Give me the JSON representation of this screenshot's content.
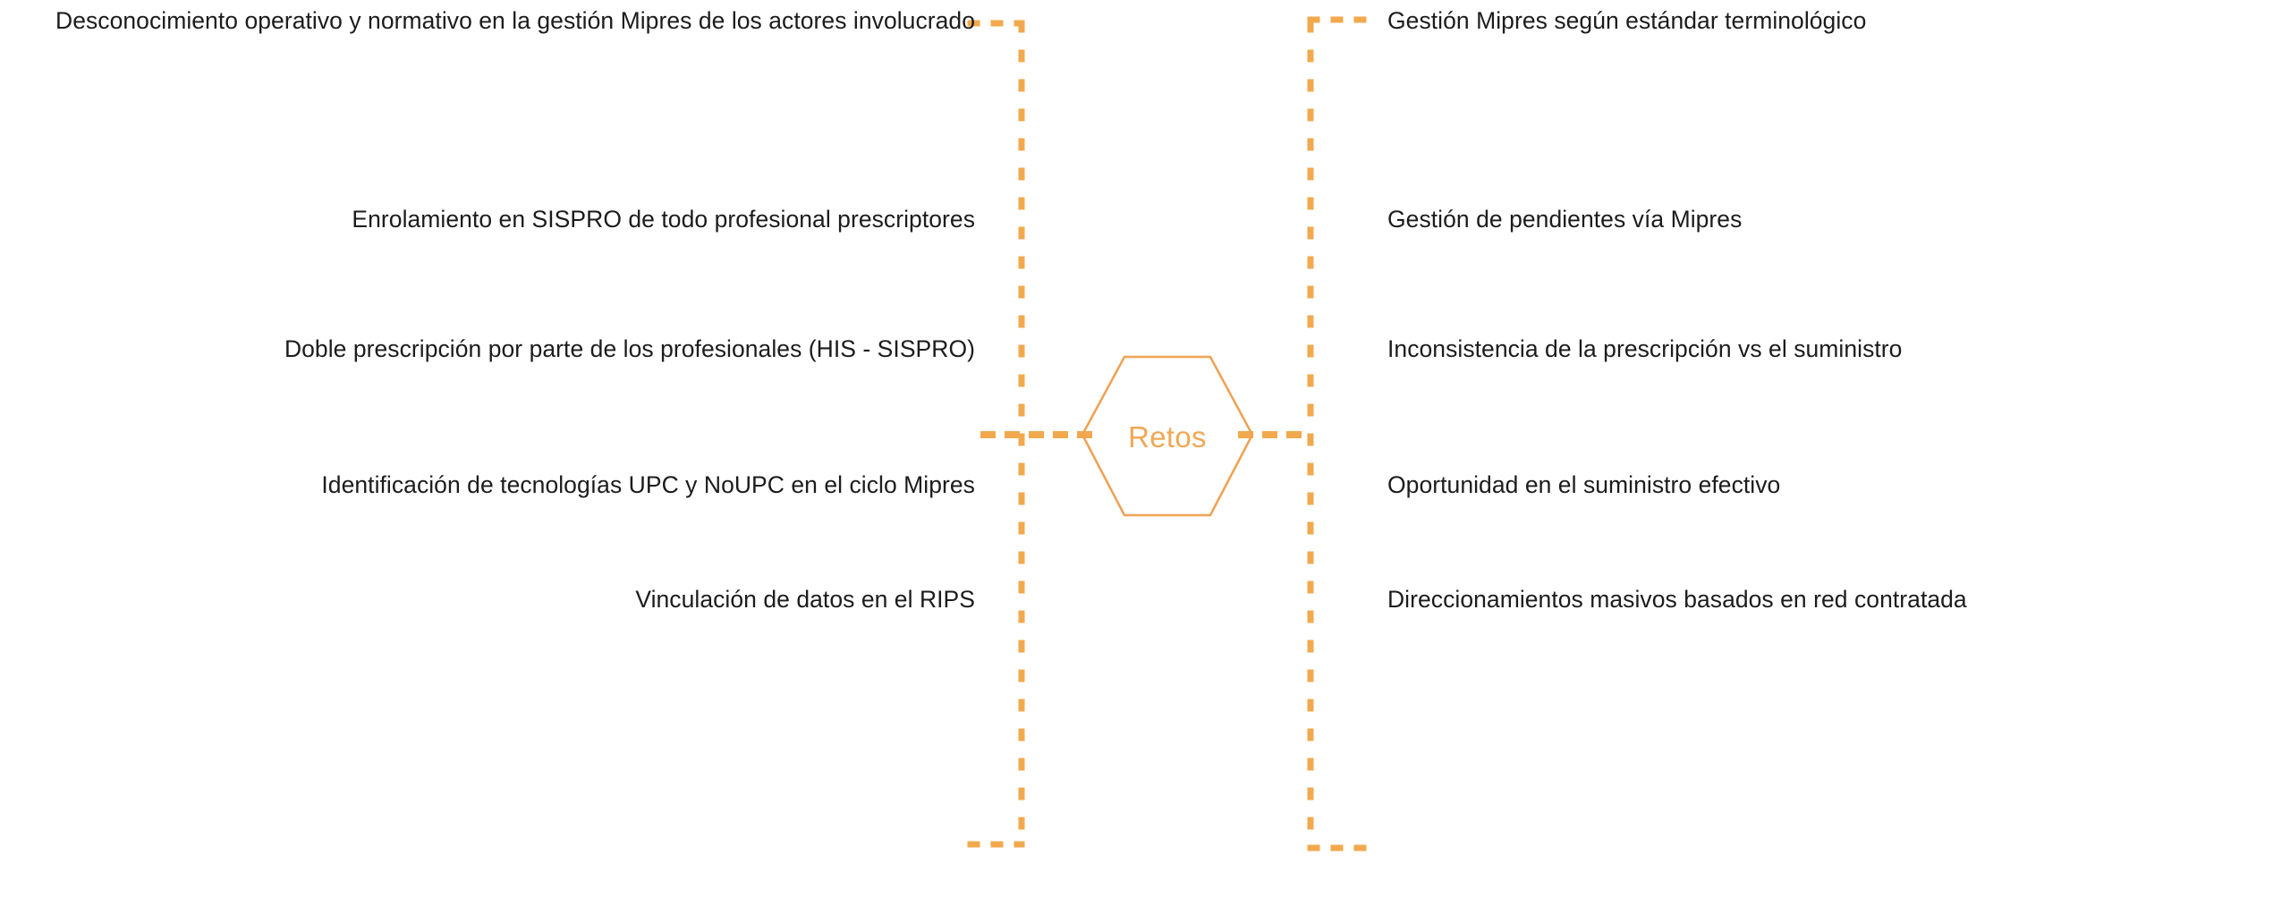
{
  "diagram": {
    "type": "hub-and-spoke",
    "orientation": "horizontal-two-sided",
    "center": {
      "label": "Retos",
      "shape": "hexagon",
      "stroke_color": "#f0a255",
      "text_color": "#f0a856"
    },
    "connector": {
      "style": "dotted",
      "color": "#f2a94e",
      "shape": "elbow"
    },
    "background_color": "#ffffff",
    "label_color": "#1c1c1c"
  },
  "left_branches": [
    {
      "id": "desconocimiento",
      "label": "Desconocimiento operativo y normativo en la gestión Mipres de los actores involucrado"
    },
    {
      "id": "enrolamiento",
      "label": "Enrolamiento en SISPRO de todo profesional prescriptores"
    },
    {
      "id": "doble-prescripcion",
      "label": "Doble prescripción por parte de los profesionales (HIS - SISPRO)"
    },
    {
      "id": "identificacion-tecnologias",
      "label": "Identificación de tecnologías UPC y NoUPC en el ciclo Mipres"
    },
    {
      "id": "vinculacion-rips",
      "label": "Vinculación de datos en el RIPS"
    }
  ],
  "right_branches": [
    {
      "id": "estandar-terminologico",
      "label": "Gestión Mipres según estándar terminológico"
    },
    {
      "id": "gestion-pendientes",
      "label": "Gestión de pendientes vía Mipres"
    },
    {
      "id": "inconsistencia",
      "label": "Inconsistencia de la prescripción vs el suministro"
    },
    {
      "id": "oportunidad-suministro",
      "label": "Oportunidad en el suministro efectivo"
    },
    {
      "id": "direccionamientos",
      "label": "Direccionamientos masivos basados en red contratada"
    }
  ]
}
